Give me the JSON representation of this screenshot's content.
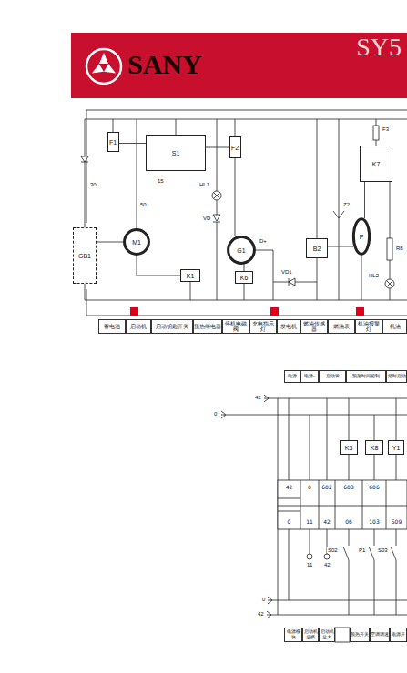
{
  "diagram": {
    "nodes": [
      {
        "text": [
          "SANY",
          "SY5"
        ]
      },
      {
        "text": [
          "F1"
        ]
      },
      {
        "text": [
          "GB1"
        ]
      },
      {
        "text": [
          "M1"
        ]
      },
      {
        "text": [
          "S1"
        ]
      },
      {
        "text": [
          "F2"
        ]
      },
      {
        "text": [
          "K1"
        ]
      },
      {
        "text": [
          "G1"
        ]
      },
      {
        "text": [
          "K6"
        ]
      },
      {
        "text": [
          "B2"
        ]
      },
      {
        "text": [
          "K7"
        ]
      },
      {
        "text": [
          "P"
        ]
      },
      {
        "text": [
          "K3"
        ]
      },
      {
        "text": [
          "K8"
        ]
      },
      {
        "text": [
          "Y1"
        ]
      }
    ],
    "edges": [
      {
        "from": 1,
        "to": 4,
        "arrow": "none"
      },
      {
        "from": 4,
        "to": 5,
        "arrow": "none"
      },
      {
        "from": 2,
        "to": 3,
        "arrow": "none"
      },
      {
        "from": 3,
        "to": 6,
        "arrow": "none"
      },
      {
        "from": 5,
        "to": 7,
        "arrow": "none"
      },
      {
        "from": 7,
        "to": 8,
        "arrow": "none"
      },
      {
        "from": 9,
        "to": 11,
        "arrow": "none"
      },
      {
        "from": 10,
        "to": 11,
        "arrow": "none"
      }
    ],
    "labels": [
      "30",
      "50",
      "15",
      "HL1",
      "VD",
      "D+",
      "Z2",
      "F3",
      "R8",
      "HL2",
      "VD1",
      "蓄电池",
      "启动机",
      "启动钥匙开关",
      "预热继电器",
      "停机电磁阀",
      "充电指示灯",
      "发电机",
      "燃油传感器",
      "燃油表",
      "机油报警灯",
      "机油",
      "电源",
      "电源-",
      "启动管",
      "预热时间控制",
      "延时启动",
      "42",
      "0",
      "42",
      "0",
      "602",
      "603",
      "606",
      "0",
      "11",
      "42",
      "06",
      "103",
      "S09",
      "S02",
      "P1",
      "S03",
      "11",
      "42",
      "0",
      "42",
      "电源模块",
      "启动机 总接",
      "启动机 总大",
      "预热开关",
      "空调调速",
      "电源开"
    ]
  }
}
